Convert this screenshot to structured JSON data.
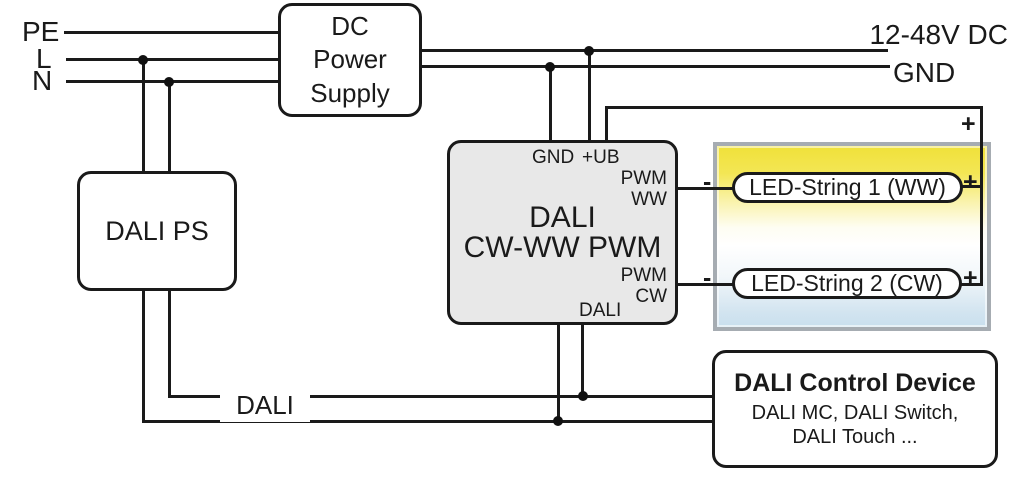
{
  "diagram": {
    "inputs": {
      "pe": "PE",
      "l": "L",
      "n": "N"
    },
    "dc_power_supply": {
      "line1": "DC",
      "line2": "Power",
      "line3": "Supply"
    },
    "bus": {
      "v_plus": "12-48V DC",
      "gnd": "GND",
      "dali": "DALI"
    },
    "dali_ps": {
      "label": "DALI PS"
    },
    "pwm": {
      "pin_gnd": "GND",
      "pin_ub": "+UB",
      "pwm_ww_line1": "PWM",
      "pwm_ww_line2": "WW",
      "pwm_cw_line1": "PWM",
      "pwm_cw_line2": "CW",
      "pin_dali": "DALI",
      "title1": "DALI",
      "title2": "CW-WW PWM"
    },
    "leds": {
      "string1": "LED-String 1 (WW)",
      "string2": "LED-String 2 (CW)"
    },
    "marks": {
      "plus": "+",
      "minus": "-"
    },
    "control": {
      "title": "DALI Control Device",
      "sub1": "DALI MC, DALI Switch,",
      "sub2": "DALI Touch ..."
    },
    "colors": {
      "wire": "#1a1a1a",
      "pwm_box_fill": "#e8e8e8",
      "panel_border": "#a6acb2",
      "panel_warm_white": "#f0e13a",
      "panel_cool_white": "#c9dfee"
    }
  }
}
